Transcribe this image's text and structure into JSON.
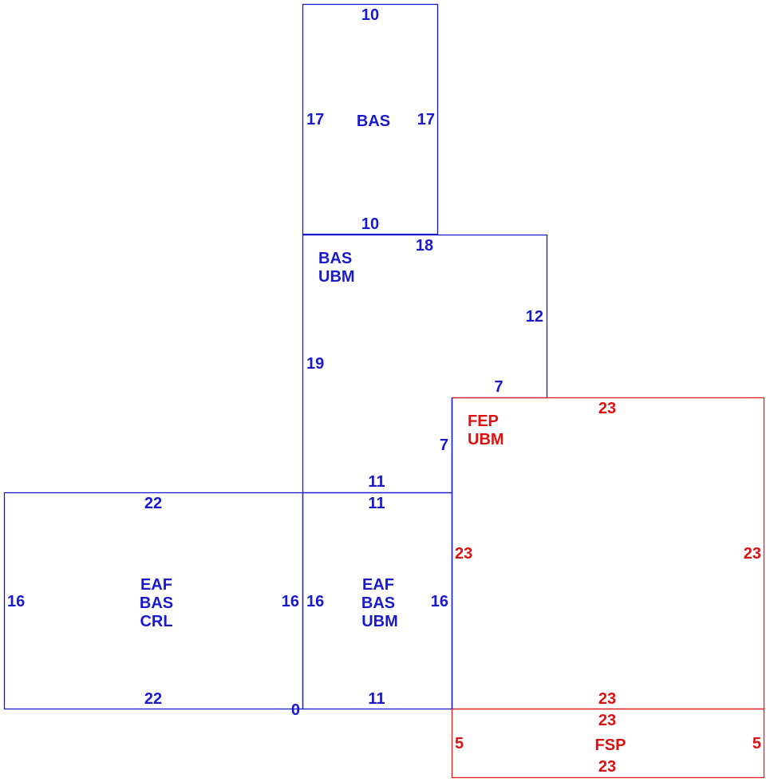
{
  "colors": {
    "main": "#1a1acc",
    "addition": "#dd1111"
  },
  "areas": {
    "top": {
      "codes": [
        "BAS"
      ],
      "dims": {
        "top": "10",
        "left": "17",
        "right": "17",
        "bottom": "10"
      }
    },
    "middle": {
      "codes": [
        "BAS",
        "UBM"
      ],
      "dims": {
        "top": "18",
        "right": "12",
        "step_top": "7",
        "left": "19",
        "step_side": "7",
        "bottom": "11"
      }
    },
    "left": {
      "codes": [
        "EAF",
        "BAS",
        "CRL"
      ],
      "dims": {
        "top": "22",
        "left": "16",
        "right": "16",
        "bottom": "22",
        "corner": "0"
      }
    },
    "center": {
      "codes": [
        "EAF",
        "BAS",
        "UBM"
      ],
      "dims": {
        "top": "11",
        "left": "16",
        "right": "16",
        "bottom": "11"
      }
    },
    "right": {
      "codes": [
        "FEP",
        "UBM"
      ],
      "dims": {
        "top": "23",
        "left": "23",
        "right": "23",
        "bottom": "23"
      }
    },
    "porch": {
      "codes": [
        "FSP"
      ],
      "dims": {
        "top": "23",
        "left": "5",
        "right": "5",
        "bottom": "23"
      }
    }
  }
}
